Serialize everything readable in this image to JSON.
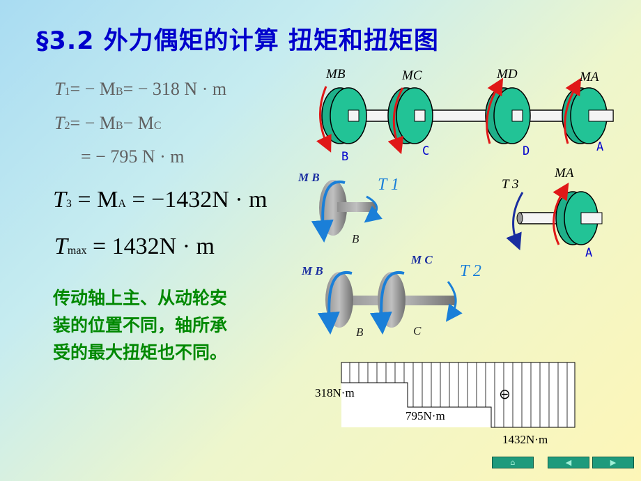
{
  "title": "§3.2 外力偶矩的计算 扭矩和扭矩图",
  "equations": {
    "eq1": {
      "T": "T",
      "sub": "1",
      "rest": "= − M",
      "sub2": "B",
      "rest2": "= − 318  N · m"
    },
    "eq2": {
      "T": "T",
      "sub": "2",
      "rest": "= − M",
      "sub2": "B",
      "rest2": "− M",
      "sub3": "C"
    },
    "eq2b": "= − 795  N · m",
    "eq3": {
      "T": "T",
      "sub": "3",
      "rest": "= M",
      "sub2": "A",
      "rest2": "= −1432N · m"
    },
    "eq4": {
      "T": "T",
      "sub": "max",
      "rest": "= 1432N · m"
    }
  },
  "note": "传动轴上主、从动轮安装的位置不同，轴所承受的最大扭矩也不同。",
  "shaft_labels": {
    "moments": [
      "MB",
      "MC",
      "MD",
      "MA"
    ],
    "pulleys": [
      "B",
      "C",
      "D",
      "A"
    ]
  },
  "free_body": {
    "fb1": {
      "moment": "M B",
      "torque": "T 1",
      "pulley": "B"
    },
    "fb2": {
      "torque": "T 3",
      "moment": "MA",
      "pulley": "A"
    },
    "fb3": {
      "moment1": "M B",
      "moment2": "M C",
      "torque": "T 2",
      "pulley1": "B",
      "pulley2": "C"
    }
  },
  "torque_diagram": {
    "labels": [
      "318N·m",
      "795N·m",
      "1432N·m"
    ],
    "sign": "⊖"
  },
  "nav": {
    "home": "⌂",
    "prev": "◀",
    "next": "▶"
  },
  "colors": {
    "title": "#0000cc",
    "note": "#008800",
    "disk": "#1fb08a",
    "arrow_red": "#e01818",
    "arrow_blue": "#1a2ea0"
  }
}
